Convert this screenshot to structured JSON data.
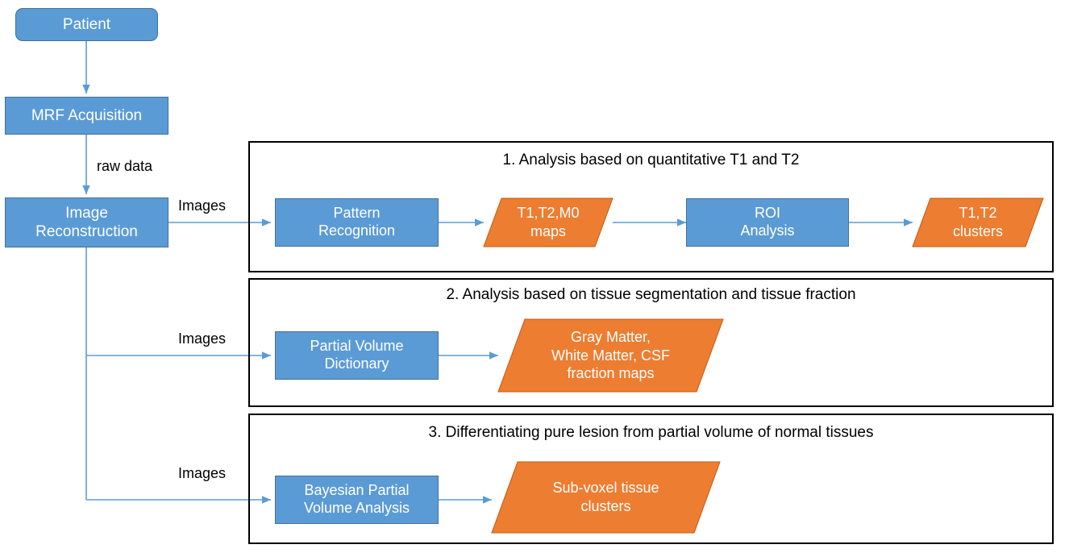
{
  "colors": {
    "process_fill": "#5B9BD5",
    "process_stroke": "#41719C",
    "data_fill": "#ED7D31",
    "data_stroke": "#C55A11",
    "connector": "#5B9BD5",
    "section_border": "#000000",
    "text_on_shape": "#FFFFFF",
    "text_plain": "#000000",
    "background": "#FFFFFF"
  },
  "pipeline": {
    "patient": "Patient",
    "mrf_acquisition": "MRF Acquisition",
    "image_reconstruction": "Image\nReconstruction",
    "raw_data_label": "raw data",
    "images_label_1": "Images",
    "images_label_2": "Images",
    "images_label_3": "Images"
  },
  "sections": [
    {
      "title": "1. Analysis based on quantitative T1 and T2",
      "steps": [
        {
          "kind": "process",
          "label": "Pattern\nRecognition"
        },
        {
          "kind": "data",
          "label": "T1,T2,M0\nmaps"
        },
        {
          "kind": "process",
          "label": "ROI\nAnalysis"
        },
        {
          "kind": "data",
          "label": "T1,T2\nclusters"
        }
      ]
    },
    {
      "title": "2. Analysis based on tissue segmentation and tissue fraction",
      "steps": [
        {
          "kind": "process",
          "label": "Partial Volume\nDictionary"
        },
        {
          "kind": "data",
          "label": "Gray Matter,\nWhite Matter, CSF\nfraction maps"
        }
      ]
    },
    {
      "title": "3. Differentiating pure lesion from partial volume of normal tissues",
      "steps": [
        {
          "kind": "process",
          "label": "Bayesian Partial\nVolume Analysis"
        },
        {
          "kind": "data",
          "label": "Sub-voxel tissue\nclusters"
        }
      ]
    }
  ]
}
